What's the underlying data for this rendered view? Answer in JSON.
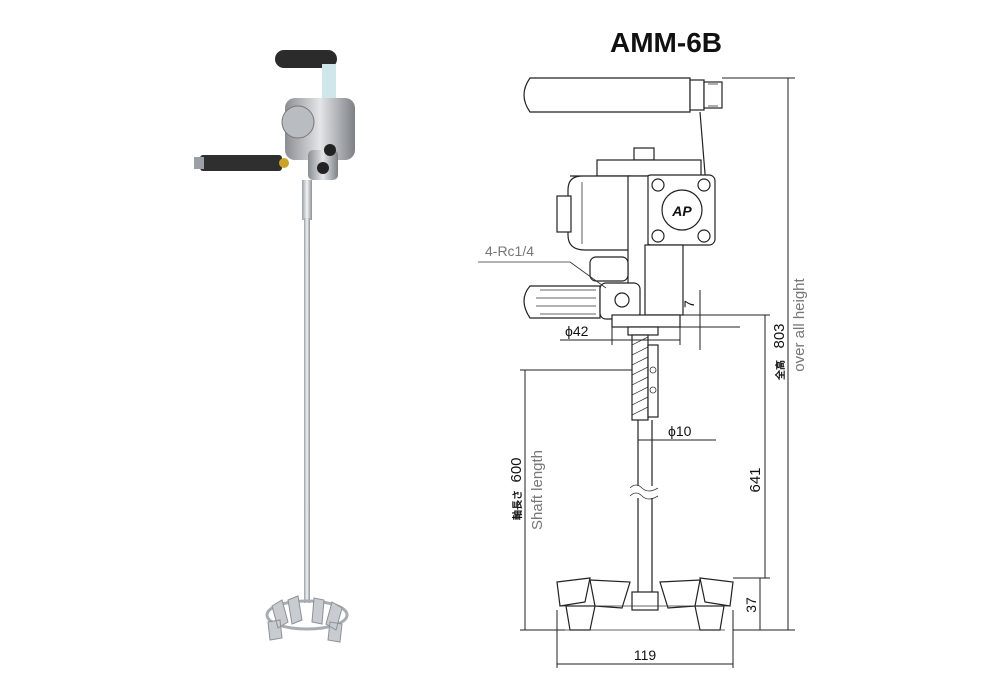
{
  "title": "AMM-6B",
  "port_label": "4-Rc1/4",
  "dims": {
    "d42": "ϕ42",
    "d10": "ϕ10",
    "h7": "7",
    "h641": "641",
    "h37": "37",
    "w119": "119",
    "overall_value": "803",
    "overall_jp": "全高",
    "overall_en": "over all height",
    "shaft_value": "600",
    "shaft_jp": "軸長さ",
    "shaft_en": "Shaft length"
  },
  "logo_text": "AP"
}
